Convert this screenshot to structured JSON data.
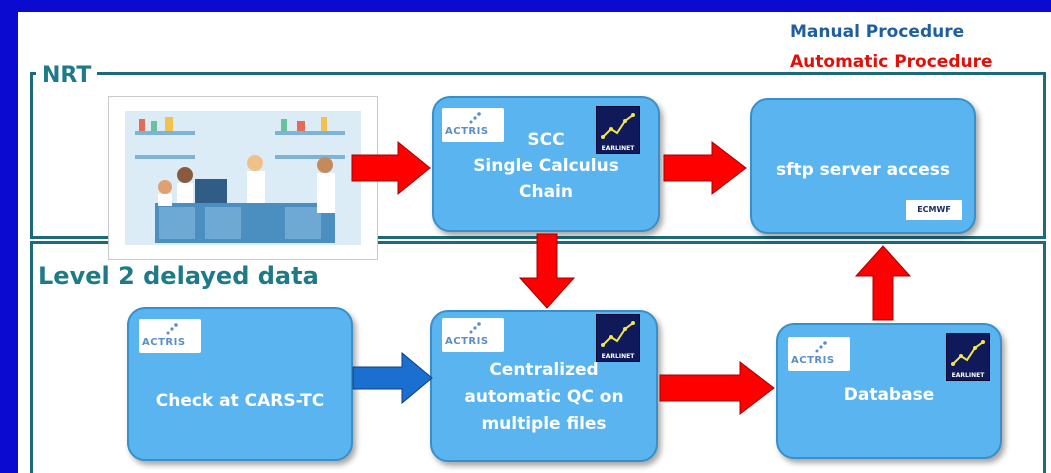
{
  "legend": {
    "manual": "Manual Procedure",
    "automatic": "Automatic Procedure",
    "manual_color": "#1f5fa0",
    "automatic_color": "#e0100a"
  },
  "sections": {
    "nrt": "NRT",
    "level2": "Level 2 delayed data"
  },
  "boxes": {
    "scc": {
      "line1": "SCC",
      "line2": "Single Calculus",
      "line3": "Chain"
    },
    "sftp": {
      "line1": "sftp server access"
    },
    "check": {
      "line1": "Check at CARS-TC"
    },
    "qc": {
      "line1": "Centralized",
      "line2": "automatic QC on",
      "line3": "multiple files"
    },
    "database": {
      "line1": "Database"
    }
  },
  "logos": {
    "actris": "ACTRIS",
    "earlinet": "EARLINET",
    "ecmwf": "ECMWF"
  },
  "colors": {
    "box_fill": "#5ab4f0",
    "frame": "#1d6a78",
    "manual_arrow": "#1a6fd0",
    "automatic_arrow": "#ff0000",
    "background": "#0a0ad0"
  }
}
